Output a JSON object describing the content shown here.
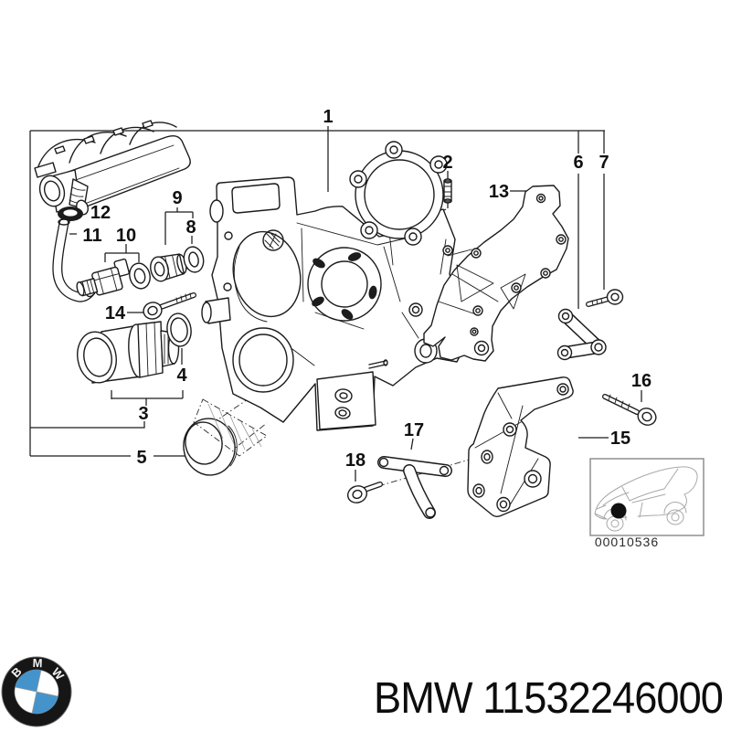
{
  "diagram": {
    "description": "BMW timing case exploded parts diagram",
    "callouts": [
      {
        "label": "1"
      },
      {
        "label": "2"
      },
      {
        "label": "3"
      },
      {
        "label": "4"
      },
      {
        "label": "5"
      },
      {
        "label": "6"
      },
      {
        "label": "7"
      },
      {
        "label": "8"
      },
      {
        "label": "9"
      },
      {
        "label": "10"
      },
      {
        "label": "11"
      },
      {
        "label": "12"
      },
      {
        "label": "13"
      },
      {
        "label": "14"
      },
      {
        "label": "15"
      },
      {
        "label": "16"
      },
      {
        "label": "17"
      },
      {
        "label": "18"
      }
    ],
    "thumbnail": {
      "code": "00010536"
    }
  },
  "footer": {
    "brand": "BMW",
    "part_number": "11532246000",
    "display_text": "BMW 11532246000",
    "logo_letters": [
      "B",
      "M",
      "W"
    ]
  },
  "colors": {
    "background": "#ffffff",
    "line": "#1c1c1c",
    "bmw_blue": "#4593cb",
    "thumbnail_border": "#8f8f8f",
    "thumbnail_line": "#a8a8a8"
  }
}
